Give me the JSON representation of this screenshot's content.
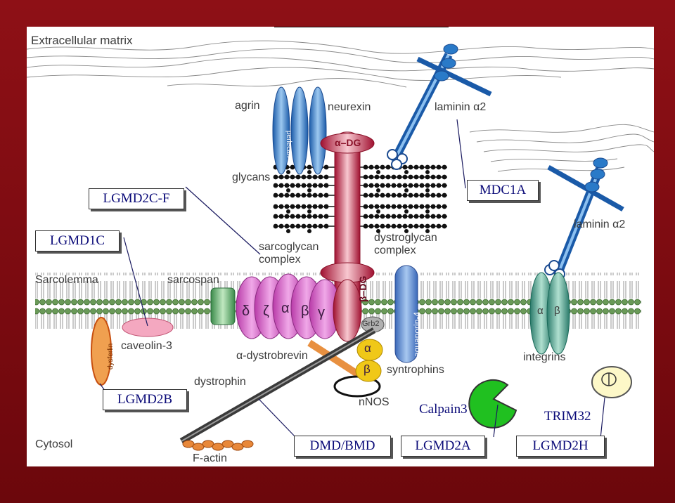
{
  "diagram": {
    "labels": {
      "extracellular_matrix": "Extracellular matrix",
      "agrin": "agrin",
      "perlecan": "perlecan",
      "neurexin": "neurexin",
      "laminin_top": "laminin α2",
      "laminin_right": "laminin α2",
      "alpha_dg": "α–DG",
      "glycans": "glycans",
      "sarcoglycan_complex": "sarcoglycan\ncomplex",
      "dystroglycan_complex": "dystroglycan\ncomplex",
      "sarcolemma": "Sarcolemma",
      "sarcospan": "sarcospan",
      "beta_dg": "β–DG",
      "grb2": "Grb2",
      "aquaporin": "aquaporin-4",
      "dysferlin": "dysferlin",
      "caveolin": "caveolin-3",
      "alpha_dystrobrevin": "α-dystrobrevin",
      "syntrophins": "syntrophins",
      "dystrophin": "dystrophin",
      "nnos": "nNOS",
      "cytosol": "Cytosol",
      "f_actin": "F-actin",
      "integrins": "integrins",
      "integrin_alpha": "α",
      "integrin_beta": "β",
      "sg_delta": "δ",
      "sg_zeta": "ζ",
      "sg_alpha": "α",
      "sg_beta": "β",
      "sg_gamma": "γ",
      "syn_alpha": "α",
      "syn_beta": "β"
    },
    "callouts": {
      "lgmd2cf": "LGMD2C-F",
      "mdc1a": "MDC1A",
      "lgmd1c": "LGMD1C",
      "lgmd2b": "LGMD2B",
      "dmd_bmd": "DMD/BMD",
      "lgmd2a": "LGMD2A",
      "lgmd2h": "LGMD2H",
      "calpain3": "Calpain3",
      "trim32": "TRIM32"
    },
    "colors": {
      "background": "#7a0a10",
      "membrane_head": "#5a8a4a",
      "sarcoglycan": "#d060c0",
      "dystroglycan": "#c01838",
      "laminin": "#2a7ac8",
      "agrin": "#2a7ac8",
      "aquaporin": "#4a78c0",
      "integrin": "#3a9a8a",
      "syntrophin": "#f0c818",
      "calpain": "#20c020",
      "callout_text": "#0a0a78"
    }
  }
}
